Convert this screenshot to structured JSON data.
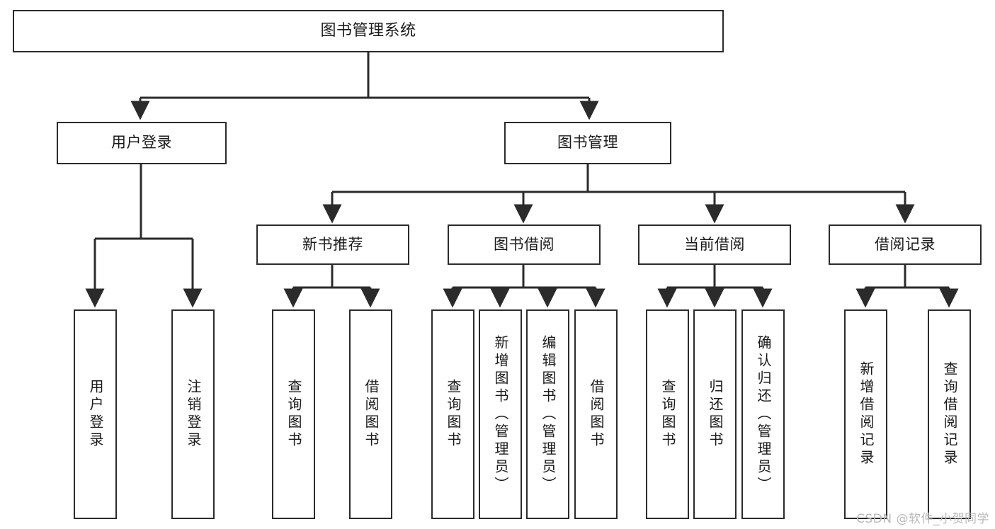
{
  "diagram": {
    "title": "图书管理系统",
    "watermark": "CSDN @软件_小贺同学",
    "colors": {
      "border": "#2b2b2b",
      "background": "#ffffff",
      "text": "#1a1a1a",
      "watermark": "#b9b9b9"
    },
    "nodes": {
      "root": {
        "label": "图书管理系统"
      },
      "level2": [
        {
          "id": "user-login",
          "label": "用户登录"
        },
        {
          "id": "book-manage",
          "label": "图书管理"
        }
      ],
      "level3": [
        {
          "id": "new-book-recommend",
          "label": "新书推荐"
        },
        {
          "id": "book-borrow",
          "label": "图书借阅"
        },
        {
          "id": "current-borrow",
          "label": "当前借阅"
        },
        {
          "id": "borrow-record",
          "label": "借阅记录"
        }
      ],
      "leaves": {
        "user_login": [
          {
            "id": "leaf-user-login",
            "label": "用户登录"
          },
          {
            "id": "leaf-logout-login",
            "label": "注销登录"
          }
        ],
        "new_book_recommend": [
          {
            "id": "leaf-query-book-1",
            "label": "查询图书"
          },
          {
            "id": "leaf-borrow-book-1",
            "label": "借阅图书"
          }
        ],
        "book_borrow": [
          {
            "id": "leaf-query-book-2",
            "label": "查询图书"
          },
          {
            "id": "leaf-add-book",
            "label": "新增图书（管理员）"
          },
          {
            "id": "leaf-edit-book",
            "label": "编辑图书（管理员）"
          },
          {
            "id": "leaf-borrow-book-2",
            "label": "借阅图书"
          }
        ],
        "current_borrow": [
          {
            "id": "leaf-query-book-3",
            "label": "查询图书"
          },
          {
            "id": "leaf-return-book",
            "label": "归还图书"
          },
          {
            "id": "leaf-confirm-return",
            "label": "确认归还（管理员）"
          }
        ],
        "borrow_record": [
          {
            "id": "leaf-add-record",
            "label": "新增借阅记录"
          },
          {
            "id": "leaf-query-record",
            "label": "查询借阅记录"
          }
        ]
      }
    }
  }
}
